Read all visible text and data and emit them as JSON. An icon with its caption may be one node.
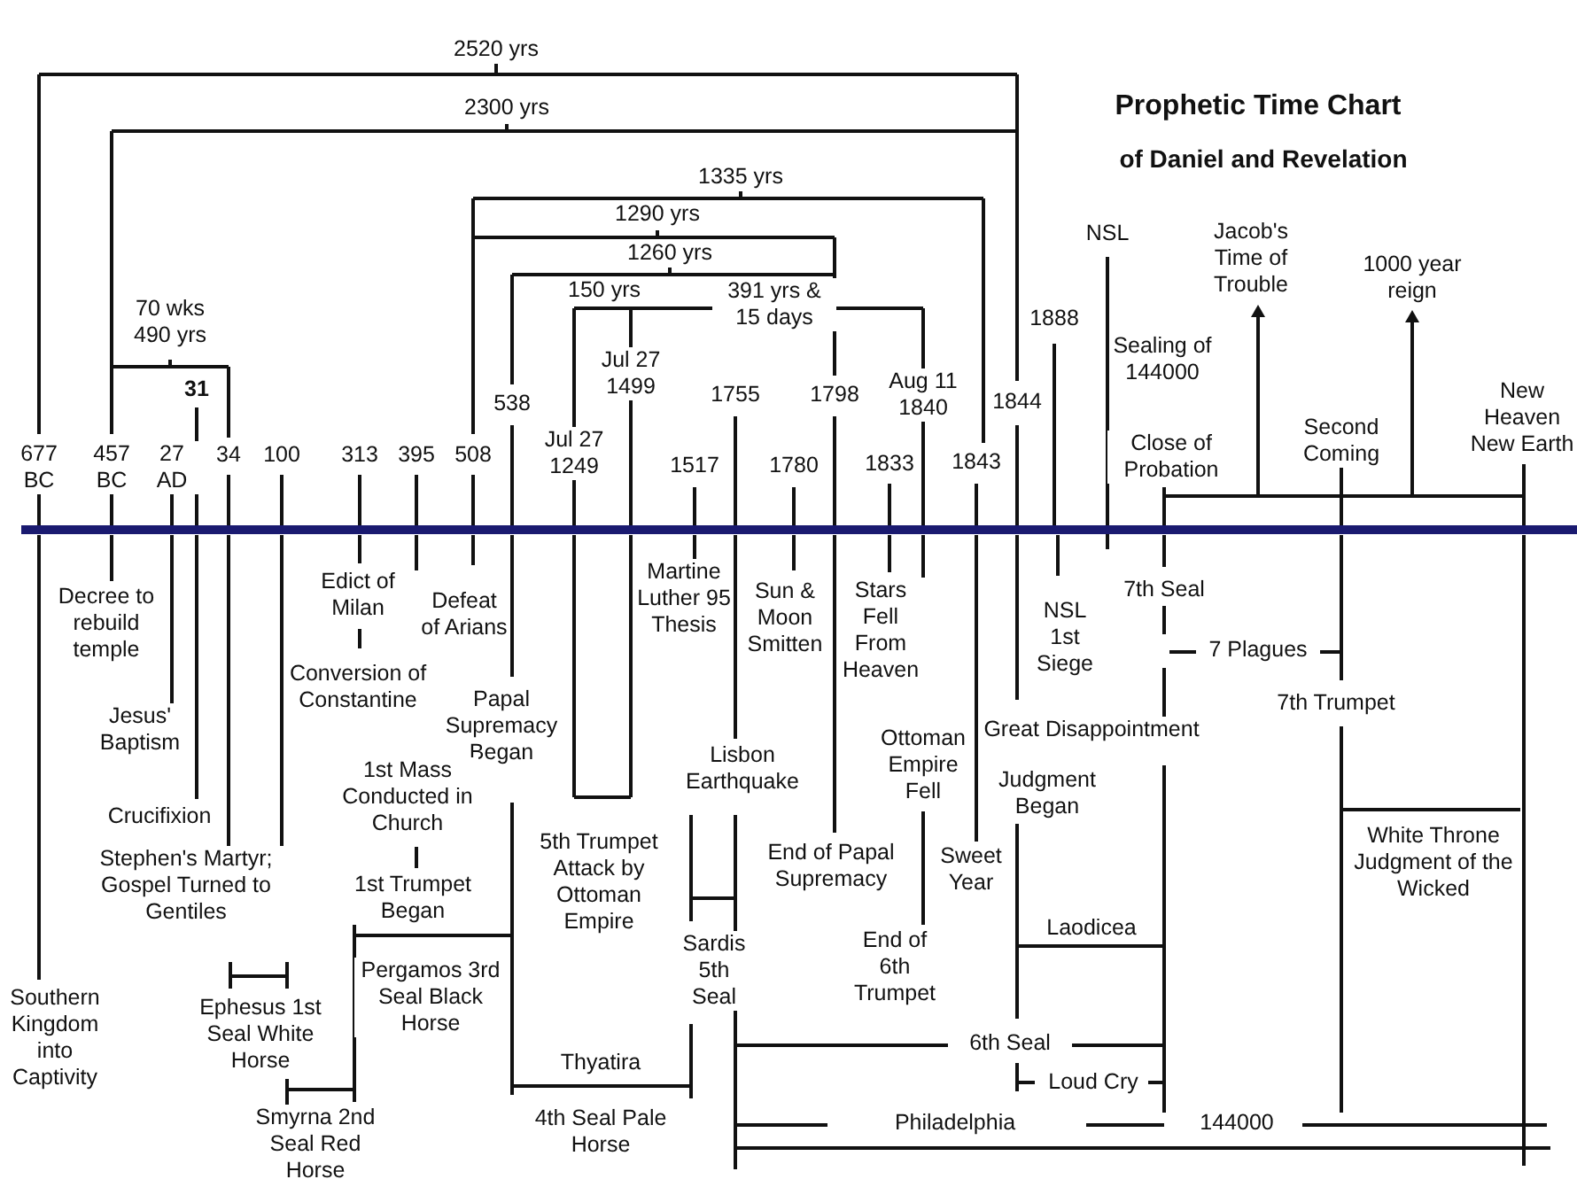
{
  "diagram": {
    "title": "Prophetic Time Chart",
    "labels": [
      "of Daniel and Revelation",
      "2520 yrs",
      "2300 yrs",
      "1335 yrs",
      "1290 yrs",
      "1260 yrs",
      "NSL",
      "Jacob's Time of Trouble",
      "150 yrs",
      "391 yrs & 15 days",
      "1000 year reign",
      "1888",
      "70 wks 490 yrs",
      "Sealing of 144000",
      "Jul 27 1499",
      "31",
      "1755",
      "1798",
      "Aug 11 1840",
      "1844",
      "538",
      "New Heaven New Earth",
      "Second Coming",
      "Jul 27 1249",
      "34",
      "100",
      "313",
      "395",
      "508",
      "Close of Probation",
      "1843",
      "1833",
      "1517",
      "1780",
      "677 BC",
      "457 BC",
      "27 AD",
      "7th Seal",
      "Edict of Milan",
      "Martine Luther 95 Thesis",
      "Defeat of Arians",
      "Sun & Moon Smitten",
      "Decree to rebuild temple",
      "Stars Fell From Heaven",
      "NSL 1st Siege",
      "7 Plagues",
      "Conversion of Constantine",
      "7th Trumpet",
      "Papal Supremacy Began",
      "Jesus' Baptism",
      "Great Disappointment",
      "Ottoman Empire Fell",
      "Lisbon Earthquake",
      "Judgment Began",
      "1st Mass Conducted in Church",
      "Crucifixion",
      "White Throne Judgment of the Wicked",
      "End of Papal Supremacy",
      "Sweet Year",
      "5th Trumpet Attack by Ottoman Empire",
      "Stephen's Martyr; Gospel Turned to Gentiles",
      "1st Trumpet Began",
      "Laodicea",
      "End of 6th Trumpet",
      "Sardis 5th Seal",
      "Pergamos 3rd Seal Black Horse",
      "Ephesus 1st Seal White Horse",
      "Southern Kingdom into Captivity",
      "6th Seal",
      "Thyatira",
      "Loud Cry",
      "Philadelphia",
      "144000",
      "4th Seal Pale Horse",
      "Smyrna 2nd Seal Red Horse"
    ]
  }
}
